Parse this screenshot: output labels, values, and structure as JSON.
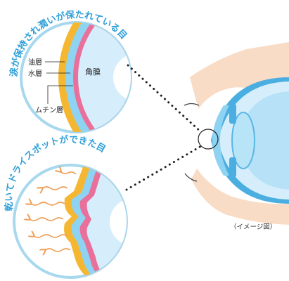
{
  "top_circle": {
    "title": "涙が保持され潤いが保たれている目",
    "labels": {
      "oil": "油層",
      "water": "水層",
      "cornea": "角膜",
      "mucin": "ムチン層"
    }
  },
  "bottom_circle": {
    "title": "乾いてドライスポットができた目"
  },
  "caption": "（イメージ図）",
  "colors": {
    "title_text": "#2f9fd8",
    "circle_border": "#a8d8ee",
    "oil_layer": "#f5b731",
    "water_layer": "#8fd3f2",
    "mucin_layer": "#e9709b",
    "cornea": "#d6eefb",
    "eye_blue": "#4aaee0",
    "skin": "#f8dcc6",
    "evaporation_arrow": "#f0a05a"
  }
}
